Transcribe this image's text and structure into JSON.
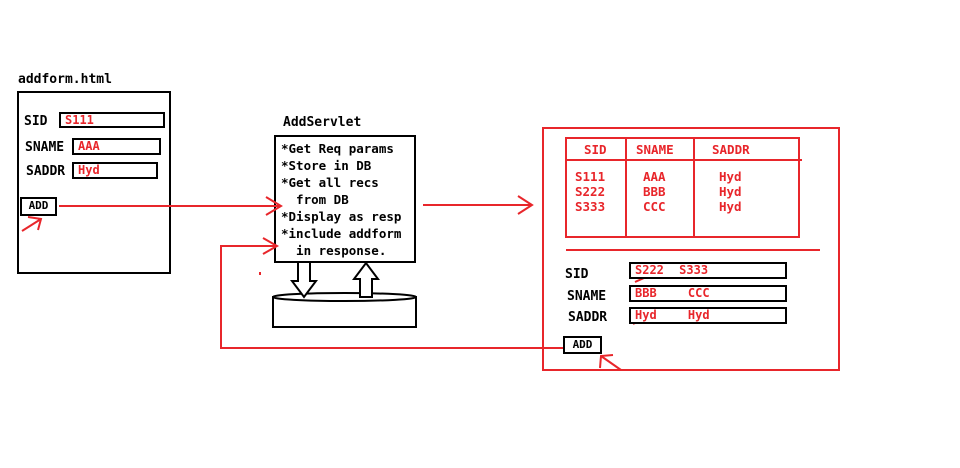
{
  "colors": {
    "accent": "#e8262b",
    "ink": "#000000"
  },
  "addform": {
    "title": "addform.html",
    "fields": [
      {
        "label": "SID",
        "value": "S111"
      },
      {
        "label": "SNAME",
        "value": "AAA"
      },
      {
        "label": "SADDR",
        "value": "Hyd"
      }
    ],
    "button": "ADD"
  },
  "servlet": {
    "title": "AddServlet",
    "lines": [
      "*Get Req params",
      "*Store in DB",
      "*Get all recs",
      "  from DB",
      "*Display as resp",
      "*include addform",
      "  in response."
    ]
  },
  "response": {
    "table": {
      "headers": [
        "SID",
        "SNAME",
        "SADDR"
      ],
      "rows": [
        [
          "S111",
          "AAA",
          "Hyd"
        ],
        [
          "S222",
          "BBB",
          "Hyd"
        ],
        [
          "S333",
          "CCC",
          "Hyd"
        ]
      ]
    },
    "form": {
      "fields": [
        {
          "label": "SID",
          "old": "S222",
          "new": "S333"
        },
        {
          "label": "SNAME",
          "old": "BBB",
          "new": "CCC"
        },
        {
          "label": "SADDR",
          "old": "Hyd",
          "new": "Hyd"
        }
      ],
      "button": "ADD"
    }
  }
}
